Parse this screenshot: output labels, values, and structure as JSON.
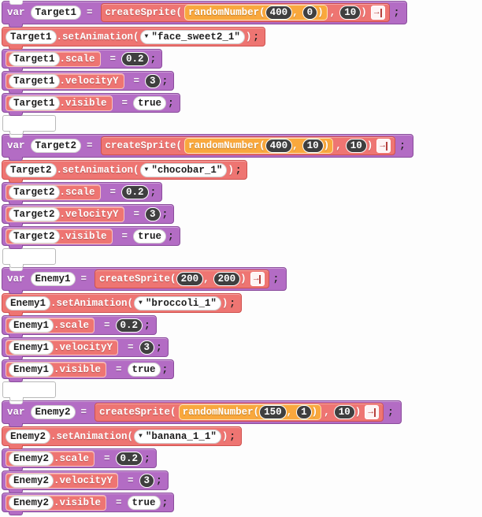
{
  "colors": {
    "variable_block": "#b36cc4",
    "sprite_block": "#ee7572",
    "math_block": "#f9a83d",
    "number_field": "#3f3f3f",
    "field_pill": "#ffffff"
  },
  "icons": {
    "collapse_arrow": "→",
    "dropdown_arrow": "▼"
  },
  "tokens": {
    "var": "var",
    "assign": "=",
    "semicolon": ";",
    "create_sprite": "createSprite(",
    "random_number": "randomNumber(",
    "comma": ",",
    "close_paren": ")",
    "set_animation": ".setAnimation(",
    "prop_scale": ".scale",
    "prop_velocity_y": ".velocityY",
    "prop_visible": ".visible"
  },
  "groups": [
    {
      "name": "Target1",
      "sprite_x": {
        "type": "randomNumber",
        "args": [
          "400",
          "0"
        ]
      },
      "sprite_y": "10",
      "animation": "\"face_sweet2_1\"",
      "scale": "0.2",
      "velocity_y": "3",
      "visible": "true"
    },
    {
      "name": "Target2",
      "sprite_x": {
        "type": "randomNumber",
        "args": [
          "400",
          "10"
        ]
      },
      "sprite_y": "10",
      "animation": "\"chocobar_1\"",
      "scale": "0.2",
      "velocity_y": "3",
      "visible": "true"
    },
    {
      "name": "Enemy1",
      "sprite_args": [
        "200",
        "200"
      ],
      "animation": "\"broccoli_1\"",
      "scale": "0.2",
      "velocity_y": "3",
      "visible": "true"
    },
    {
      "name": "Enemy2",
      "sprite_x": {
        "type": "randomNumber",
        "args": [
          "150",
          "1"
        ]
      },
      "sprite_y": "10",
      "animation": "\"banana_1_1\"",
      "scale": "0.2",
      "velocity_y": "3",
      "visible": "true"
    }
  ]
}
